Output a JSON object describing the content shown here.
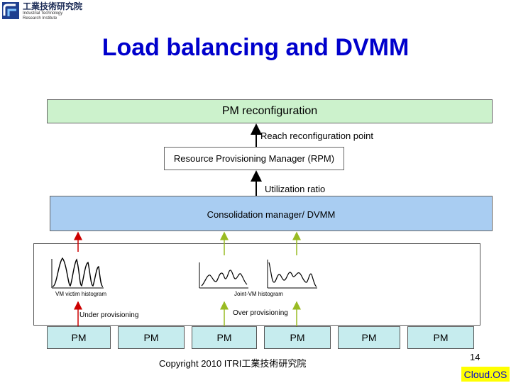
{
  "logo": {
    "name_cn": "工業技術研究院",
    "name_en_line1": "Industrial Technology",
    "name_en_line2": "Research Institute"
  },
  "title": "Load balancing and DVMM",
  "diagram": {
    "pm_reconfiguration": "PM reconfiguration",
    "reach_point": "Reach reconfiguration point",
    "rpm": "Resource Provisioning Manager (RPM)",
    "utilization": "Utilization ratio",
    "consolidation": "Consolidation manager/ DVMM",
    "vm_victim_histogram": "VM victim histogram",
    "joint_vm_histogram": "Joint-VM histogram",
    "under_provisioning": "Under provisioning",
    "over_provisioning": "Over provisioning",
    "pms": [
      "PM",
      "PM",
      "PM",
      "PM",
      "PM",
      "PM"
    ]
  },
  "colors": {
    "title": "#0000cc",
    "reconfig_fill": "#ccf2cc",
    "consolidation_fill": "#a9cdf2",
    "pm_fill": "#c6ecee",
    "under_arrow": "#cc0000",
    "over_arrow": "#99bb22",
    "badge": "#ffff00"
  },
  "footer": {
    "copyright": "Copyright 2010 ITRI工業技術研究院",
    "page_number": "14",
    "badge": "Cloud.OS"
  }
}
